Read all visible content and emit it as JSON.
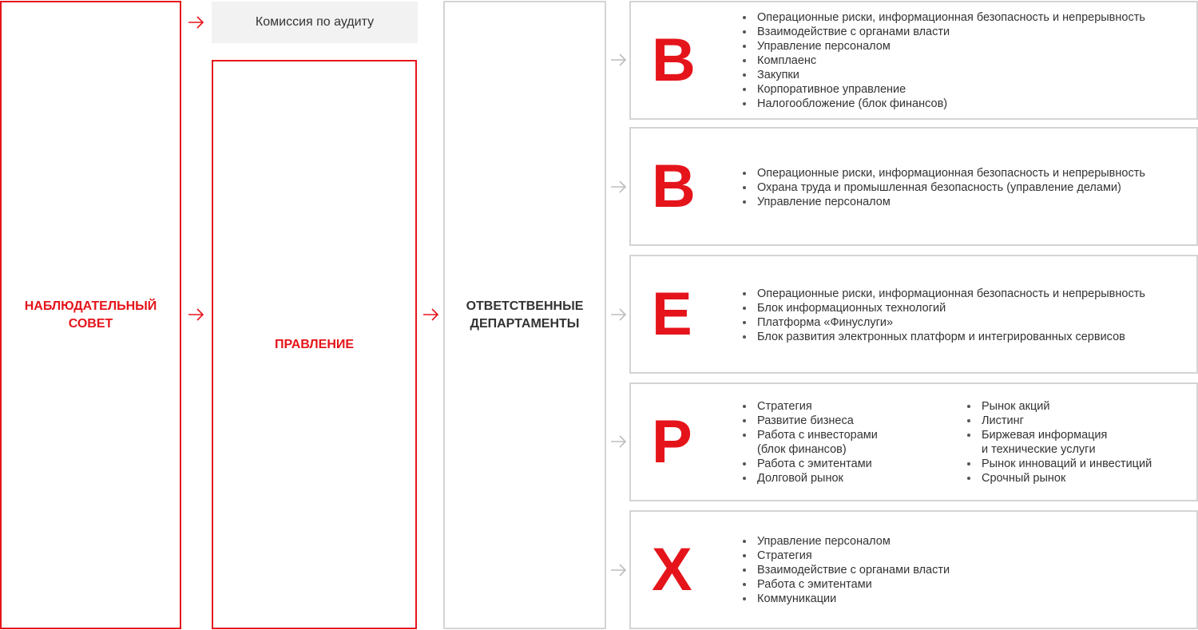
{
  "board": {
    "label": "НАБЛЮДАТЕЛЬНЫЙ\nСОВЕТ"
  },
  "audit": {
    "label": "Комиссия по аудиту"
  },
  "management": {
    "label": "ПРАВЛЕНИЕ"
  },
  "departments": {
    "label": "ОТВЕТСТВЕННЫЕ\nДЕПАРТАМЕНТЫ"
  },
  "colors": {
    "accent": "#e5141b",
    "border_grey": "#d4d4d4",
    "audit_fill": "#f2f2f2",
    "text": "#333333",
    "arrow_grey": "#bdbdbd"
  },
  "rows": [
    {
      "letter": "В",
      "items": [
        "Операционные риски, информационная безопасность и непрерывность",
        "Взаимодействие с органами власти",
        "Управление персоналом",
        "Комплаенс",
        "Закупки",
        "Корпоративное управление",
        "Налогообложение (блок финансов)"
      ]
    },
    {
      "letter": "В",
      "items": [
        "Операционные риски, информационная безопасность и непрерывность",
        "Охрана труда и промышленная безопасность (управление делами)",
        "Управление персоналом"
      ]
    },
    {
      "letter": "Е",
      "items": [
        "Операционные риски, информационная безопасность и непрерывность",
        "Блок информационных технологий",
        "Платформа «Финуслуги»",
        "Блок развития электронных платформ и интегрированных сервисов"
      ]
    },
    {
      "letter": "Р",
      "items": [
        "Стратегия",
        "Развитие бизнеса",
        "Работа с инвесторами\n(блок финансов)",
        "Работа с эмитентами",
        "Долговой рынок"
      ],
      "items_b": [
        "Рынок акций",
        "Листинг",
        "Биржевая информация\nи технические услуги",
        "Рынок инноваций и инвестиций",
        "Срочный рынок"
      ]
    },
    {
      "letter": "Х",
      "items": [
        "Управление персоналом",
        "Стратегия",
        "Взаимодействие с органами власти",
        "Работа с эмитентами",
        "Коммуникации"
      ]
    }
  ]
}
